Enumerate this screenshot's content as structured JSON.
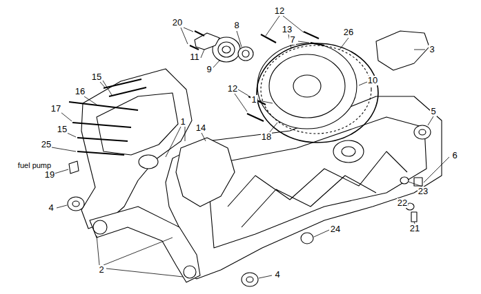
{
  "diagram": {
    "labels": [
      "20",
      "12",
      "8",
      "7",
      "3",
      "13",
      "26",
      "11",
      "9",
      "10",
      "15",
      "16",
      "12",
      "1",
      "1",
      "17",
      "14",
      "5",
      "15",
      "25",
      "18",
      "6",
      "fuel pump",
      "19",
      "23",
      "22",
      "4",
      "21",
      "24",
      "2",
      "4"
    ]
  }
}
